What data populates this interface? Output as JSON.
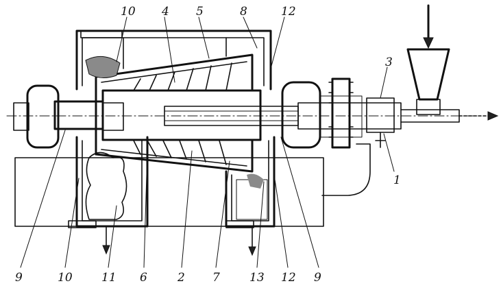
{
  "labels": {
    "top": [
      "10",
      "4",
      "5",
      "8",
      "12",
      "3"
    ],
    "bottom": [
      "9",
      "10",
      "11",
      "6",
      "2",
      "7",
      "13",
      "12",
      "9"
    ],
    "side": [
      "1"
    ]
  }
}
